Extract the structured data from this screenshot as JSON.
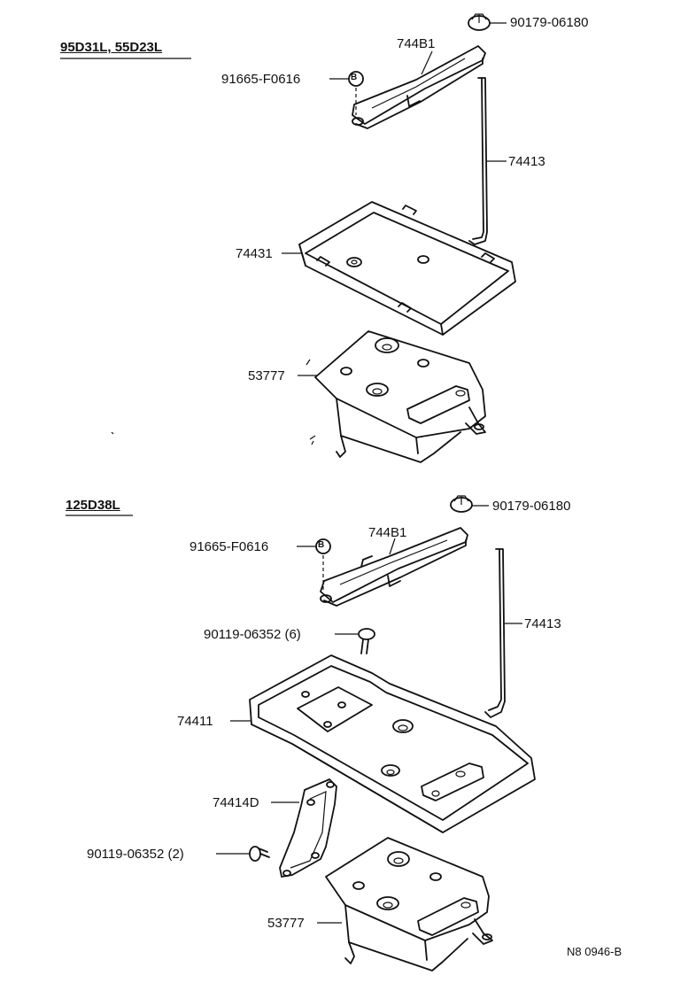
{
  "top": {
    "header": "95D31L, 55D23L",
    "parts": {
      "nut": "90179-06180",
      "clamp": "744B1",
      "bolt": "91665-F0616",
      "rod": "74413",
      "tray": "74431",
      "bracket": "53777"
    }
  },
  "bottom": {
    "header": "125D38L",
    "parts": {
      "nut": "90179-06180",
      "clamp": "744B1",
      "bolt": "91665-F0616",
      "rod": "74413",
      "screw": "90119-06352 (6)",
      "tray": "74411",
      "stay": "74414D",
      "screw2": "90119-06352 (2)",
      "bracket": "53777"
    }
  },
  "ref_code": "N8 0946-B",
  "icons": {
    "bolt_mark": "B"
  }
}
